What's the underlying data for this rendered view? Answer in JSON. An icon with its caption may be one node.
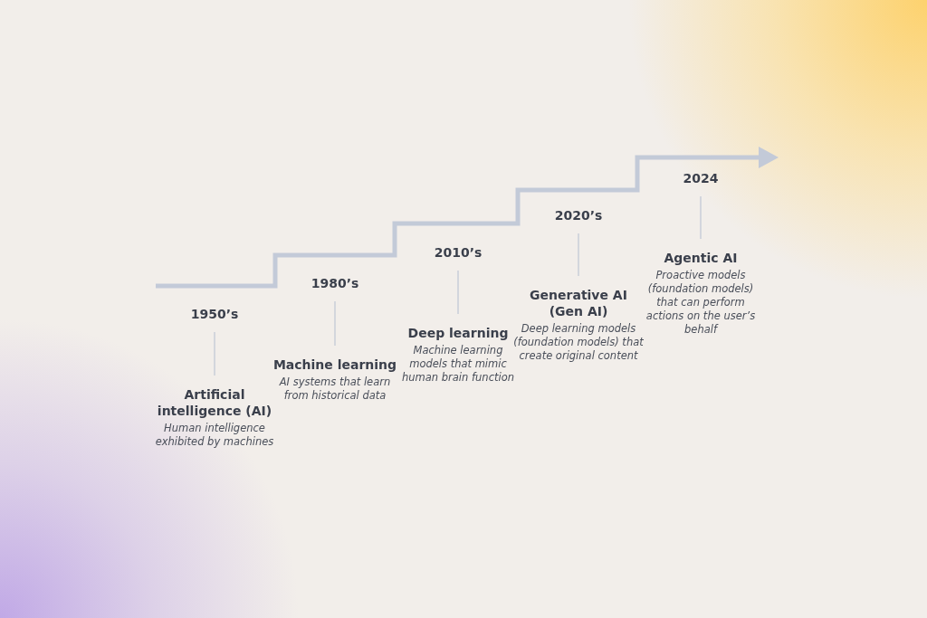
{
  "diagram": {
    "nodes": [
      {
        "text": [
          "1950’s"
        ]
      },
      {
        "text": [
          "Artificial intelligence (AI)",
          "Human intelligence exhibited by machines"
        ]
      },
      {
        "text": [
          "1980’s"
        ]
      },
      {
        "text": [
          "Machine learning",
          "AI systems that learn from historical data"
        ]
      },
      {
        "text": [
          "2010’s"
        ]
      },
      {
        "text": [
          "Deep learning",
          "Machine learning models that mimic human brain function"
        ]
      },
      {
        "text": [
          "2020’s"
        ]
      },
      {
        "text": [
          "Generative AI (Gen AI)",
          "Deep learning models (foundation models) that create original content"
        ]
      },
      {
        "text": [
          "2024"
        ]
      },
      {
        "text": [
          "Agentic AI",
          "Proactive models (foundation models) that can perform actions on the user’s behalf"
        ]
      }
    ],
    "edges": [
      {
        "from": 0,
        "to": 1,
        "arrow": "none"
      },
      {
        "from": 2,
        "to": 3,
        "arrow": "none"
      },
      {
        "from": 4,
        "to": 5,
        "arrow": "none"
      },
      {
        "from": 6,
        "to": 7,
        "arrow": "none"
      },
      {
        "from": 8,
        "to": 9,
        "arrow": "none"
      }
    ]
  }
}
